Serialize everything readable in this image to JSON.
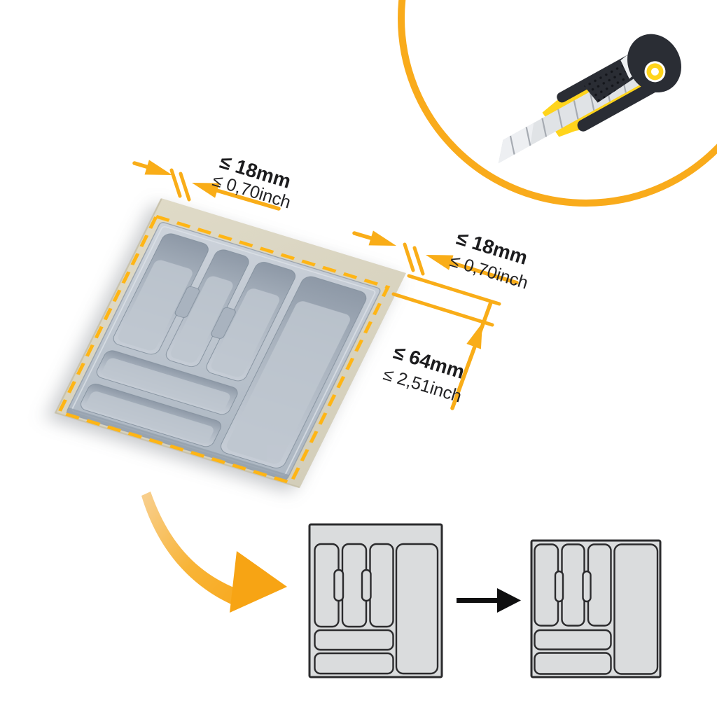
{
  "annotations": {
    "trim_left": {
      "metric": "≤ 18mm",
      "imperial": "≤ 0,70inch"
    },
    "trim_right": {
      "metric": "≤ 18mm",
      "imperial": "≤ 0,70inch"
    },
    "trim_depth": {
      "metric": "≤ 64mm",
      "imperial": "≤ 2,51inch"
    }
  },
  "colors": {
    "accent_orange": "#F9AD18",
    "cutline_dash_yellow": "#FFB514",
    "knife_yellow": "#FFD41C",
    "knife_dark": "#2A2D34",
    "blade_gray": "#E0E3E6",
    "board_beige": "#DAD5C1",
    "tray_gray": "#B7C0CA",
    "diagram_gray": "#DADCDD",
    "diagram_outline": "#2B2B2D",
    "text_dark": "#1C1C1E",
    "background": "#FFFFFF"
  },
  "icons": {
    "knife": "utility-knife-icon",
    "badge": "circle-badge-outline",
    "swoosh": "swoosh-arrow-icon",
    "transform_arrow": "right-arrow-icon",
    "cutline": "dashed-cutline",
    "tray": "cutlery-tray-3d",
    "diagram_before": "tray-diagram-before-cut",
    "diagram_after": "tray-diagram-after-cut"
  }
}
